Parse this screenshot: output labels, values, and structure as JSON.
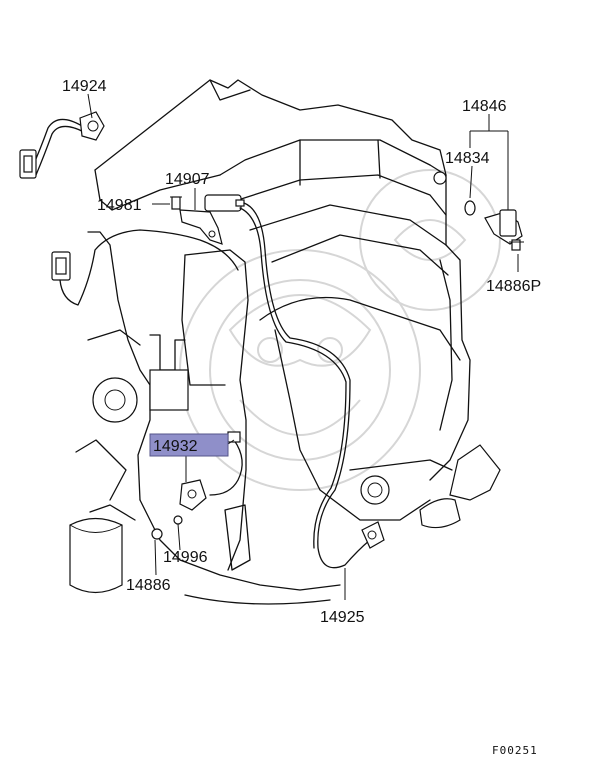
{
  "diagram": {
    "sheet_code": "F00251",
    "callouts": [
      {
        "id": "14924",
        "text": "14924"
      },
      {
        "id": "14907",
        "text": "14907"
      },
      {
        "id": "14981",
        "text": "14981"
      },
      {
        "id": "14846",
        "text": "14846"
      },
      {
        "id": "14834",
        "text": "14834"
      },
      {
        "id": "14886P",
        "text": "14886P"
      },
      {
        "id": "14932",
        "text": "14932",
        "highlighted": true
      },
      {
        "id": "14996",
        "text": "14996"
      },
      {
        "id": "14886",
        "text": "14886"
      },
      {
        "id": "14925",
        "text": "14925"
      }
    ],
    "highlight_color": "#8f8fc9"
  }
}
